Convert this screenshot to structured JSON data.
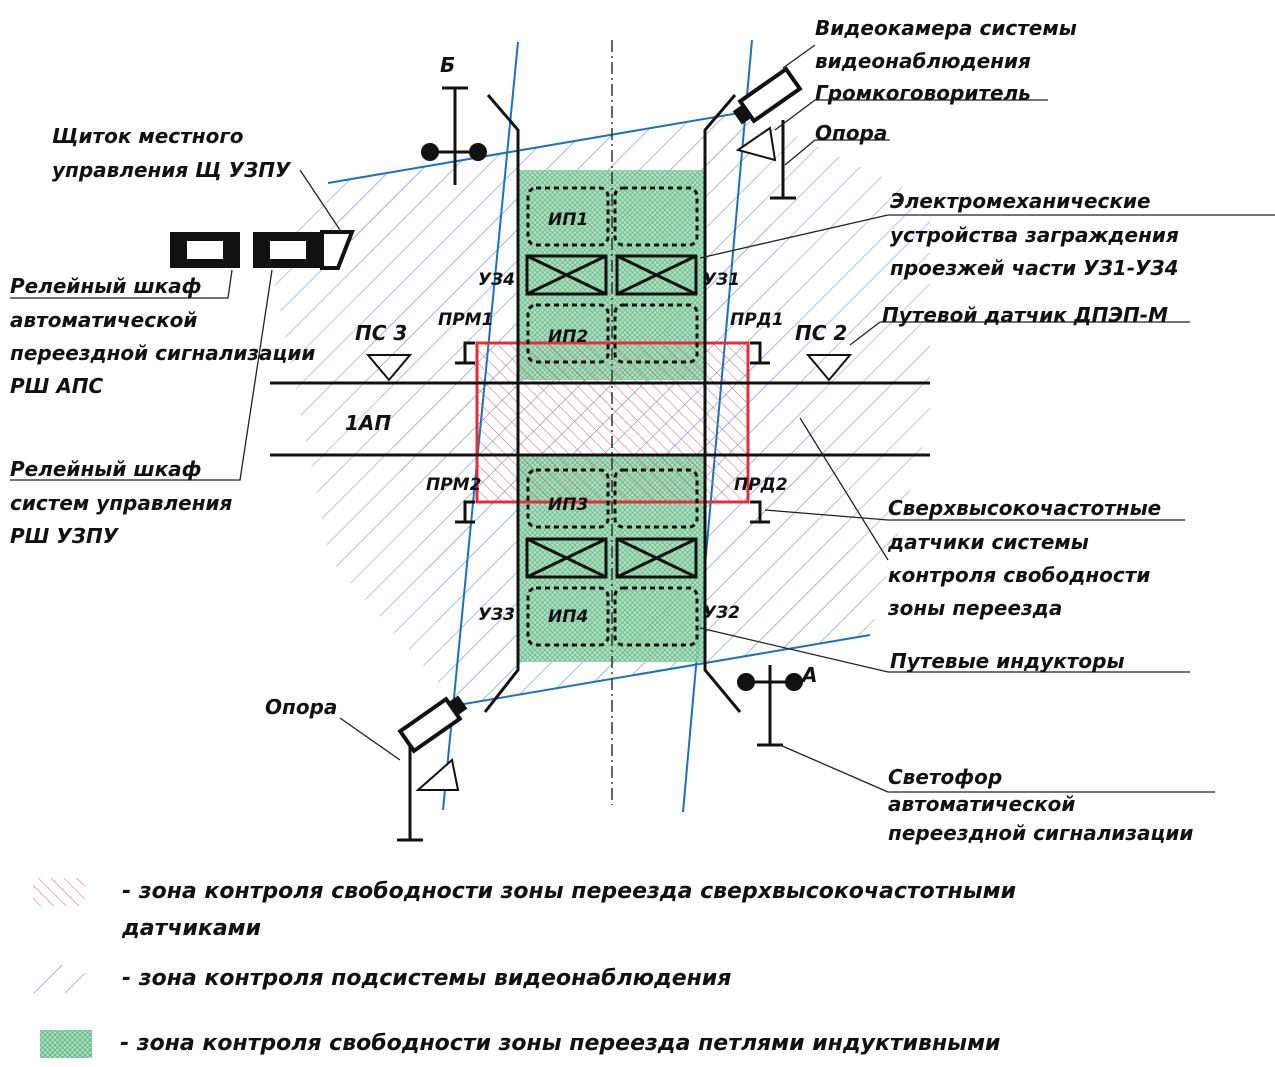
{
  "colors": {
    "red_zone": "#e0303a",
    "blue_zone": "#1b6fc4",
    "green_zone": "#3aa56a",
    "green_fill": "#8fd0a8"
  },
  "labels": {
    "camera": [
      "Видеокамера системы",
      "видеонаблюдения"
    ],
    "speaker": "Громкоговоритель",
    "support_top": "Опора",
    "panel": [
      "Щиток местного",
      "управления Щ УЗПУ"
    ],
    "barriers": [
      "Электромеханические",
      "устройства заграждения",
      "проезжей части УЗ1-УЗ4"
    ],
    "track_sensor": "Путевой датчик ДПЭП-М",
    "relay_aps": [
      "Релейный шкаф",
      "автоматической",
      "переездной сигнализации",
      "РШ АПС"
    ],
    "relay_uzpu": [
      "Релейный шкаф",
      "систем управления",
      "РШ УЗПУ"
    ],
    "uhf_sensors": [
      "Сверхвысокочастотные",
      "датчики системы",
      "контроля свободности",
      "зоны переезда"
    ],
    "inductors": "Путевые индукторы",
    "support_bottom": "Опора",
    "signal": [
      "Светофор",
      "автоматической",
      "переездной сигнализации"
    ],
    "b": "Б",
    "a": "А",
    "ps3": "ПС 3",
    "ps2": "ПС 2",
    "track": "1АП",
    "prm1": "ПРМ1",
    "prm2": "ПРМ2",
    "prd1": "ПРД1",
    "prd2": "ПРД2",
    "uz1": "УЗ1",
    "uz2": "УЗ2",
    "uz3": "УЗ3",
    "uz4": "УЗ4",
    "ip1": "ИП1",
    "ip2": "ИП2",
    "ip3": "ИП3",
    "ip4": "ИП4"
  },
  "legend": [
    {
      "lines": [
        "- зона контроля свободности зоны переезда сверхвысокочастотными",
        "датчиками"
      ],
      "pattern": "red-hatch"
    },
    {
      "lines": [
        "- зона контроля подсистемы видеонаблюдения"
      ],
      "pattern": "blue-hatch"
    },
    {
      "lines": [
        "- зона контроля свободности зоны переезда петлями индуктивными"
      ],
      "pattern": "green-crosshatch"
    }
  ]
}
